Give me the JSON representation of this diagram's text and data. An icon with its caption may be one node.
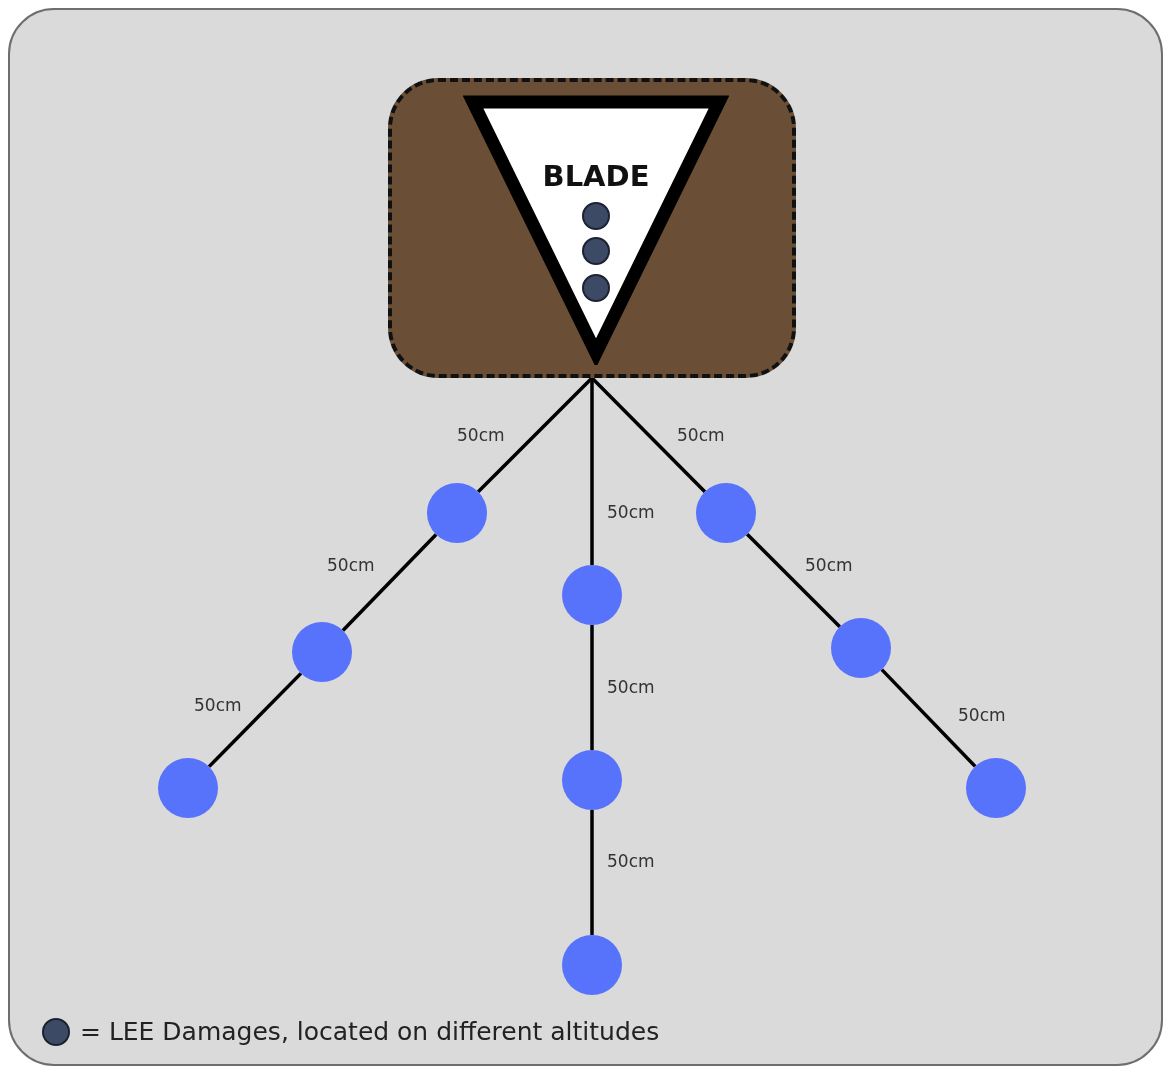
{
  "diagram": {
    "nodes": [
      {
        "text": [],
        "shape": "box"
      },
      {
        "text": [
          "BLADE"
        ],
        "in": 0
      },
      {
        "text": [],
        "shape": "circle"
      },
      {
        "text": [],
        "shape": "circle"
      },
      {
        "text": [],
        "shape": "circle"
      },
      {
        "text": [],
        "shape": "circle"
      },
      {
        "text": [],
        "shape": "circle"
      },
      {
        "text": [],
        "shape": "circle"
      },
      {
        "text": [],
        "shape": "circle"
      },
      {
        "text": [],
        "shape": "circle"
      },
      {
        "text": [],
        "shape": "circle"
      }
    ],
    "edges": [
      {
        "from": 0,
        "to": 2,
        "arrow": "none",
        "label": "50cm"
      },
      {
        "from": 2,
        "to": 5,
        "arrow": "none",
        "label": "50cm"
      },
      {
        "from": 5,
        "to": 8,
        "arrow": "none",
        "label": "50cm"
      },
      {
        "from": 0,
        "to": 4,
        "arrow": "none",
        "label": "50cm"
      },
      {
        "from": 4,
        "to": 7,
        "arrow": "none",
        "label": "50cm"
      },
      {
        "from": 7,
        "to": 10,
        "arrow": "none",
        "label": "50cm"
      },
      {
        "from": 0,
        "to": 3,
        "arrow": "none",
        "label": "50cm"
      },
      {
        "from": 3,
        "to": 6,
        "arrow": "none",
        "label": "50cm"
      },
      {
        "from": 6,
        "to": 9,
        "arrow": "none",
        "label": "50cm"
      }
    ],
    "legend": [
      {
        "text": "= LEE Damages, located on different altitudes",
        "color": "#3d4a66"
      }
    ]
  }
}
